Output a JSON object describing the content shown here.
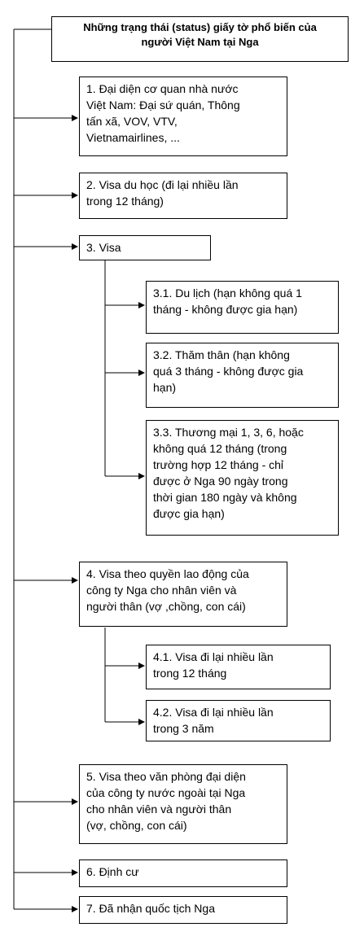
{
  "title": "Những trạng thái (status) giấy tờ phổ biến của\nngười Việt Nam tại Nga",
  "items": [
    {
      "label": "1. Đại diện cơ quan nhà nước\nViệt Nam: Đại sứ quán, Thông\ntấn xã, VOV, VTV,\nVietnamairlines, ..."
    },
    {
      "label": "2. Visa du học (đi lại nhiều lần\ntrong 12 tháng)"
    },
    {
      "label": "3. Visa",
      "children": [
        {
          "label": "3.1. Du lịch (hạn không quá 1\ntháng - không được gia hạn)"
        },
        {
          "label": "3.2. Thăm thân (hạn không\nquá 3 tháng - không được gia\nhạn)"
        },
        {
          "label": "3.3. Thương mại 1, 3, 6, hoặc\nkhông quá 12 tháng (trong\ntrường hợp 12 tháng - chỉ\nđược ở Nga 90 ngày trong\nthời gian 180 ngày và không\nđược gia hạn)"
        }
      ]
    },
    {
      "label": "4. Visa theo quyền lao động của\ncông ty Nga cho nhân viên và\nngười thân (vợ ,chồng, con cái)",
      "children": [
        {
          "label": "4.1. Visa đi lại nhiều lần\ntrong 12 tháng"
        },
        {
          "label": "4.2. Visa đi lại nhiều lần\ntrong 3 năm"
        }
      ]
    },
    {
      "label": "5. Visa theo văn phòng đại diện\ncủa công ty nước ngoài tại Nga\ncho nhân viên và người thân\n(vợ, chồng, con cái)"
    },
    {
      "label": "6. Định cư"
    },
    {
      "label": "7. Đã nhận quốc tịch Nga"
    }
  ]
}
